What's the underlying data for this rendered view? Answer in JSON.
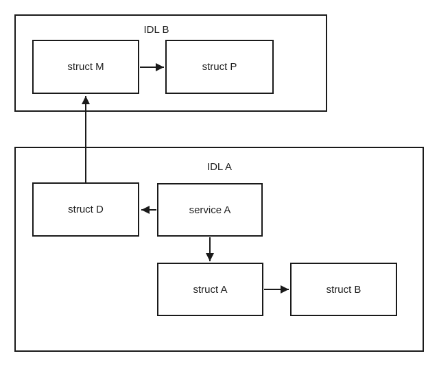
{
  "diagram": {
    "background_color": "#ffffff",
    "stroke_color": "#1a1a1a",
    "text_color": "#1f1f1f",
    "containers": [
      {
        "id": "idl-b",
        "label": "IDL B"
      },
      {
        "id": "idl-a",
        "label": "IDL A"
      }
    ],
    "nodes": [
      {
        "id": "struct-m",
        "label": "struct M",
        "container": "IDL B"
      },
      {
        "id": "struct-p",
        "label": "struct P",
        "container": "IDL B"
      },
      {
        "id": "struct-d",
        "label": "struct D",
        "container": "IDL A"
      },
      {
        "id": "service-a",
        "label": "service A",
        "container": "IDL A"
      },
      {
        "id": "struct-a",
        "label": "struct A",
        "container": "IDL A"
      },
      {
        "id": "struct-b",
        "label": "struct B",
        "container": "IDL A"
      }
    ],
    "edges": [
      {
        "from": "struct M",
        "to": "struct P",
        "direction": "right"
      },
      {
        "from": "struct D",
        "to": "struct M",
        "direction": "up"
      },
      {
        "from": "service A",
        "to": "struct D",
        "direction": "left"
      },
      {
        "from": "service A",
        "to": "struct A",
        "direction": "down"
      },
      {
        "from": "struct A",
        "to": "struct B",
        "direction": "right"
      }
    ]
  }
}
